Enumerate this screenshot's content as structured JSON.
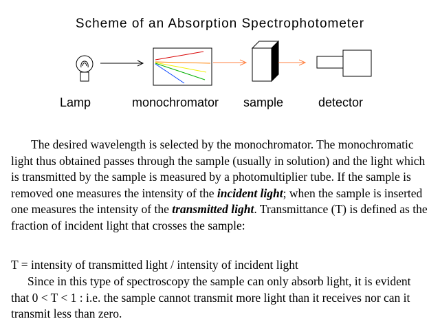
{
  "title": "Scheme of an Absorption Spectrophotometer",
  "labels": {
    "lamp": "Lamp",
    "monochromator": "monochromator",
    "sample": "sample",
    "detector": "detector"
  },
  "colors": {
    "red": "#d80000",
    "orange": "#ff8000",
    "yellow": "#f0f000",
    "green": "#00b000",
    "blue": "#0040ff",
    "arrow": "#ff8040"
  },
  "text": {
    "p1_a": "The desired wavelength is selected by  the monochromator. The monochromatic light thus obtained passes through the sample (usually in solution) and the light which is transmitted by the sample is measured by a photomultiplier tube. If the sample is removed one measures the intensity of the ",
    "p1_em1": "incident light",
    "p1_b": "; when the sample is inserted one measures the intensity of the ",
    "p1_em2": "transmitted light",
    "p1_c": ". Transmittance (T) is defined as the fraction of incident light that crosses the sample:",
    "formula": "T = intensity of transmitted light / intensity of incident light",
    "p3": "Since in this type of spectroscopy the sample can only absorb light, it is evident that 0 < T < 1 : i.e. the sample cannot transmit more light than it receives nor can it transmit less than zero."
  }
}
